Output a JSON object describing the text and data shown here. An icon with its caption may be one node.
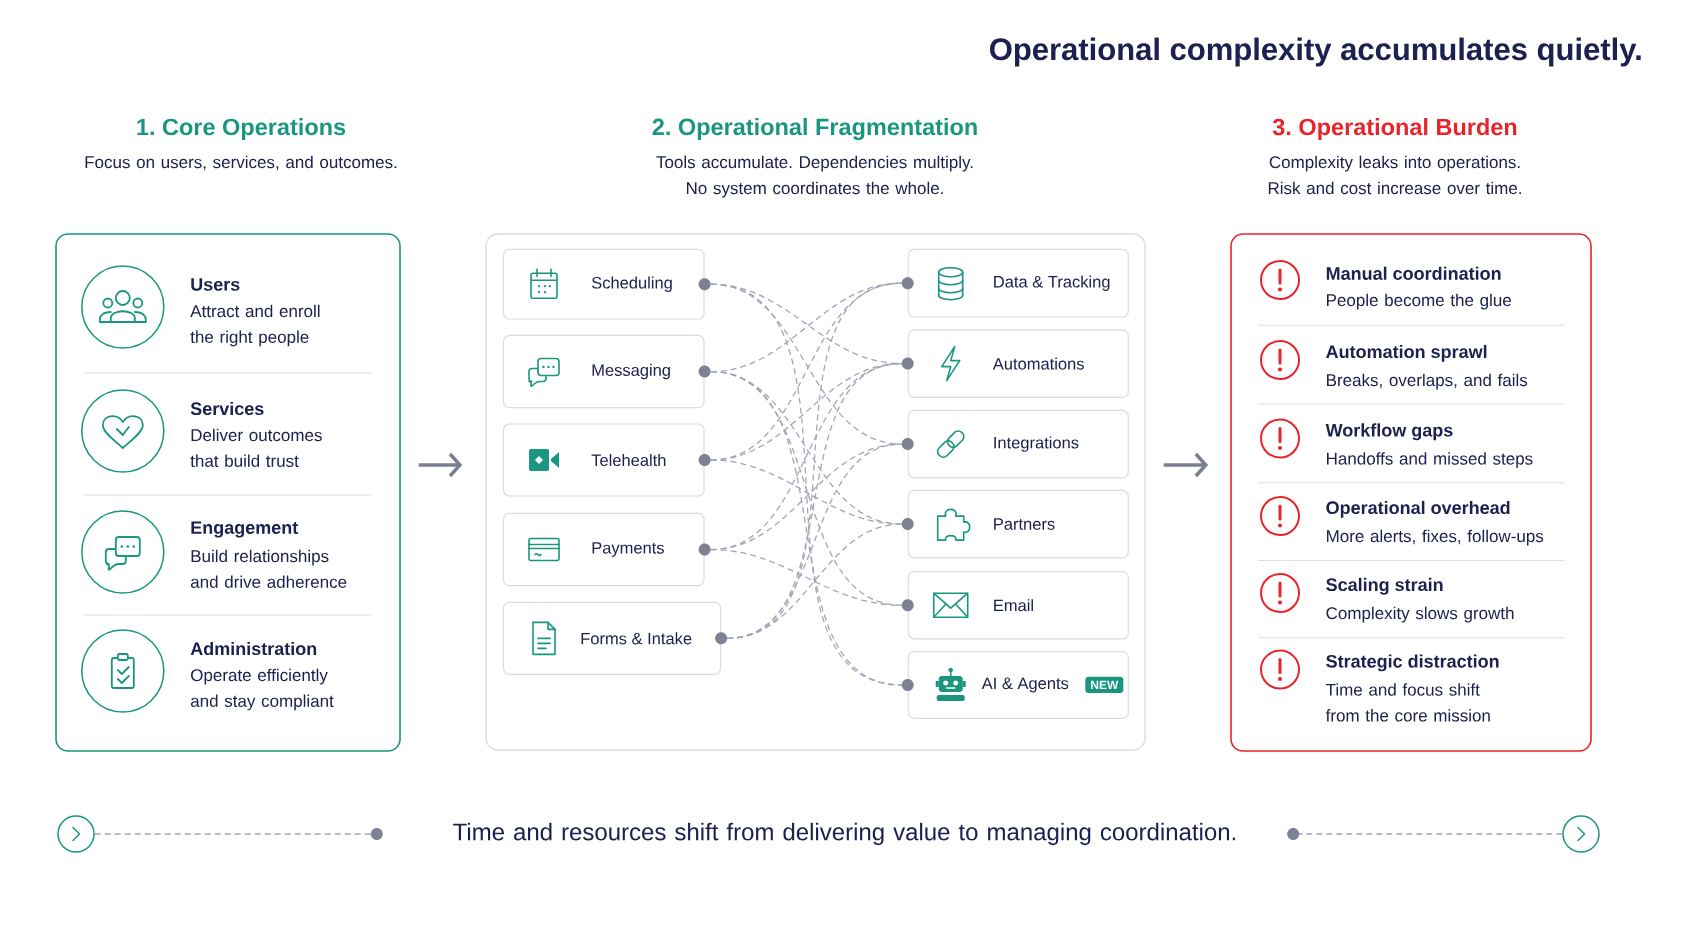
{
  "diagram": {
    "title": "Operational complexity accumulates quietly.",
    "nodes": [
      {
        "text": [
          "1. Core Operations",
          "Focus on users, services, and outcomes."
        ]
      },
      {
        "text": [
          "Users",
          "Attract and enroll the right people"
        ],
        "in": 0
      },
      {
        "text": [
          "Services",
          "Deliver outcomes that build trust"
        ],
        "in": 0
      },
      {
        "text": [
          "Engagement",
          "Build relationships and drive adherence"
        ],
        "in": 0
      },
      {
        "text": [
          "Administration",
          "Operate efficiently and stay compliant"
        ],
        "in": 0
      },
      {
        "text": [
          "2. Operational Fragmentation",
          "Tools accumulate. Dependencies multiply. No system coordinates the whole."
        ]
      },
      {
        "text": [
          "Scheduling"
        ],
        "in": 5
      },
      {
        "text": [
          "Messaging"
        ],
        "in": 5
      },
      {
        "text": [
          "Telehealth"
        ],
        "in": 5
      },
      {
        "text": [
          "Payments"
        ],
        "in": 5
      },
      {
        "text": [
          "Forms & Intake"
        ],
        "in": 5
      },
      {
        "text": [
          "Data & Tracking"
        ],
        "in": 5
      },
      {
        "text": [
          "Automations"
        ],
        "in": 5
      },
      {
        "text": [
          "Integrations"
        ],
        "in": 5
      },
      {
        "text": [
          "Partners"
        ],
        "in": 5
      },
      {
        "text": [
          "Email"
        ],
        "in": 5
      },
      {
        "text": [
          "AI & Agents",
          "NEW"
        ],
        "in": 5
      },
      {
        "text": [
          "3. Operational Burden",
          "Complexity leaks into operations. Risk and cost increase over time."
        ]
      },
      {
        "text": [
          "Manual coordination",
          "People become the glue"
        ],
        "in": 17
      },
      {
        "text": [
          "Automation sprawl",
          "Breaks, overlaps, and fails"
        ],
        "in": 17
      },
      {
        "text": [
          "Workflow gaps",
          "Handoffs and missed steps"
        ],
        "in": 17
      },
      {
        "text": [
          "Operational overhead",
          "More alerts, fixes, follow-ups"
        ],
        "in": 17
      },
      {
        "text": [
          "Scaling strain",
          "Complexity slows growth"
        ],
        "in": 17
      },
      {
        "text": [
          "Strategic distraction",
          "Time and focus shift from the core mission"
        ],
        "in": 17
      },
      {
        "text": [],
        "shape": "circle"
      },
      {
        "text": [
          "Time and resources shift from delivering value to managing coordination."
        ]
      },
      {
        "text": [],
        "shape": "circle"
      }
    ],
    "edges": [
      {
        "from": 0,
        "to": 5,
        "arrow": "to"
      },
      {
        "from": 5,
        "to": 17,
        "arrow": "to"
      },
      {
        "from": 6,
        "to": 12,
        "arrow": "none",
        "style": "dashed"
      },
      {
        "from": 6,
        "to": 13,
        "arrow": "none",
        "style": "dashed"
      },
      {
        "from": 6,
        "to": 16,
        "arrow": "none",
        "style": "dashed"
      },
      {
        "from": 7,
        "to": 11,
        "arrow": "none",
        "style": "dashed"
      },
      {
        "from": 7,
        "to": 14,
        "arrow": "none",
        "style": "dashed"
      },
      {
        "from": 7,
        "to": 15,
        "arrow": "none",
        "style": "dashed"
      },
      {
        "from": 7,
        "to": 16,
        "arrow": "none",
        "style": "dashed"
      },
      {
        "from": 8,
        "to": 11,
        "arrow": "none",
        "style": "dashed"
      },
      {
        "from": 8,
        "to": 12,
        "arrow": "none",
        "style": "dashed"
      },
      {
        "from": 8,
        "to": 14,
        "arrow": "none",
        "style": "dashed"
      },
      {
        "from": 9,
        "to": 12,
        "arrow": "none",
        "style": "dashed"
      },
      {
        "from": 9,
        "to": 13,
        "arrow": "none",
        "style": "dashed"
      },
      {
        "from": 9,
        "to": 15,
        "arrow": "none",
        "style": "dashed"
      },
      {
        "from": 10,
        "to": 11,
        "arrow": "none",
        "style": "dashed"
      },
      {
        "from": 10,
        "to": 12,
        "arrow": "none",
        "style": "dashed"
      },
      {
        "from": 10,
        "to": 13,
        "arrow": "none",
        "style": "dashed"
      },
      {
        "from": 10,
        "to": 14,
        "arrow": "none",
        "style": "dashed"
      },
      {
        "from": 24,
        "to": 25,
        "arrow": "none",
        "style": "dashed"
      },
      {
        "from": 26,
        "to": 25,
        "arrow": "none",
        "style": "dashed"
      }
    ]
  }
}
